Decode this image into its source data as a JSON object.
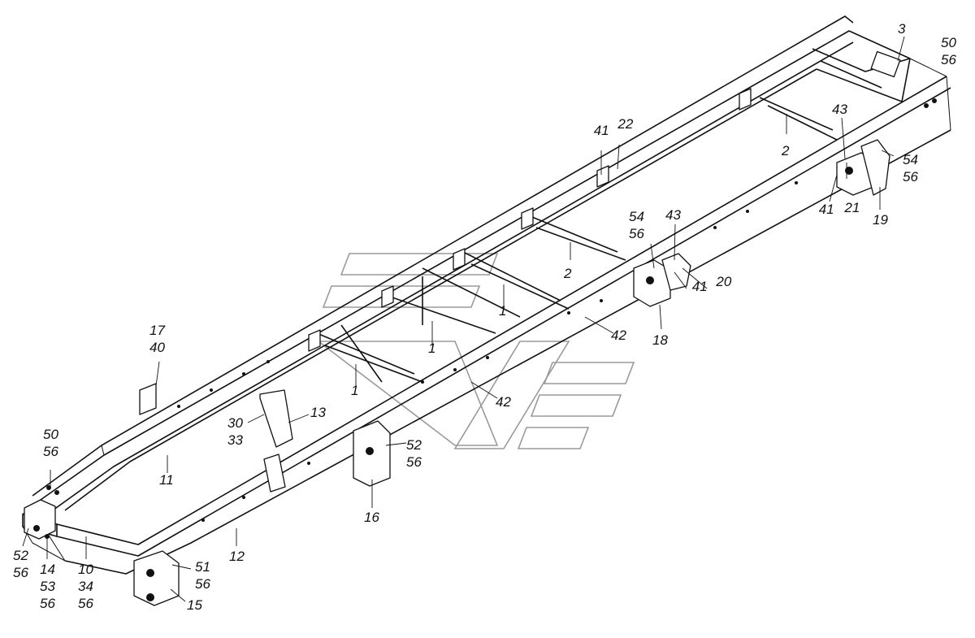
{
  "diagram": {
    "caption_fragment": "",
    "callouts": [
      {
        "id": "c3",
        "lines": [
          "3"
        ]
      },
      {
        "id": "c50-56-rear",
        "lines": [
          "50",
          "56"
        ]
      },
      {
        "id": "c43-rear",
        "lines": [
          "43"
        ]
      },
      {
        "id": "c2-rear",
        "lines": [
          "2"
        ]
      },
      {
        "id": "c41-22",
        "lines": [
          "41",
          "22"
        ]
      },
      {
        "id": "c54-56-rear",
        "lines": [
          "54",
          "56"
        ]
      },
      {
        "id": "c41-21",
        "lines": [
          "41",
          "21"
        ]
      },
      {
        "id": "c19",
        "lines": [
          "19"
        ]
      },
      {
        "id": "c54-56-mid",
        "lines": [
          "54",
          "56"
        ]
      },
      {
        "id": "c43-mid",
        "lines": [
          "43"
        ]
      },
      {
        "id": "c2-mid",
        "lines": [
          "2"
        ]
      },
      {
        "id": "c41-20",
        "lines": [
          "41",
          "20"
        ]
      },
      {
        "id": "c18",
        "lines": [
          "18"
        ]
      },
      {
        "id": "c42-a",
        "lines": [
          "42"
        ]
      },
      {
        "id": "c42-b",
        "lines": [
          "42"
        ]
      },
      {
        "id": "c1-a",
        "lines": [
          "1"
        ]
      },
      {
        "id": "c1-b",
        "lines": [
          "1"
        ]
      },
      {
        "id": "c1-c",
        "lines": [
          "1"
        ]
      },
      {
        "id": "c17-40",
        "lines": [
          "17",
          "40"
        ]
      },
      {
        "id": "c13",
        "lines": [
          "13"
        ]
      },
      {
        "id": "c30-33",
        "lines": [
          "30",
          "33"
        ]
      },
      {
        "id": "c52-56-mid",
        "lines": [
          "52",
          "56"
        ]
      },
      {
        "id": "c16",
        "lines": [
          "16"
        ]
      },
      {
        "id": "c11",
        "lines": [
          "11"
        ]
      },
      {
        "id": "c50-56-front",
        "lines": [
          "50",
          "56"
        ]
      },
      {
        "id": "c52-56-front",
        "lines": [
          "52",
          "56"
        ]
      },
      {
        "id": "c14-53-56",
        "lines": [
          "14",
          "53",
          "56"
        ]
      },
      {
        "id": "c10-34-56",
        "lines": [
          "10",
          "34",
          "56"
        ]
      },
      {
        "id": "c12",
        "lines": [
          "12"
        ]
      },
      {
        "id": "c51-56",
        "lines": [
          "51",
          "56"
        ]
      },
      {
        "id": "c15",
        "lines": [
          "15"
        ]
      }
    ]
  }
}
